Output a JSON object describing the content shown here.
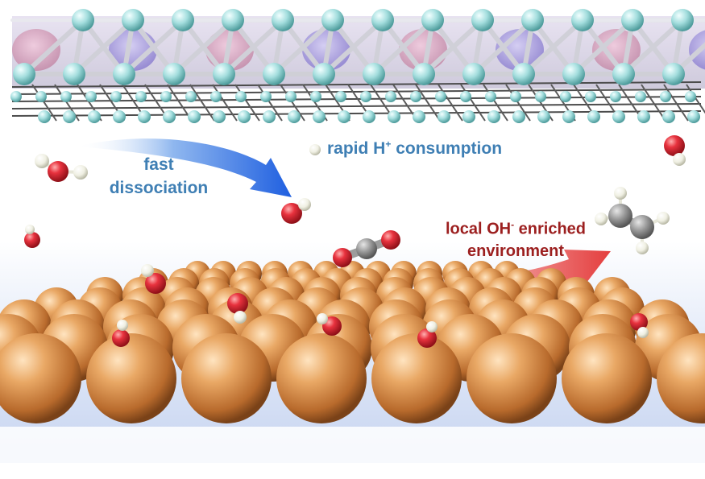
{
  "labels": {
    "fast_line1": "fast",
    "fast_line2": "dissociation",
    "rapid_prefix": "rapid H",
    "rapid_sup": "+",
    "rapid_suffix": " consumption",
    "local_prefix": "local OH",
    "local_sup": "-",
    "local_suffix": " enriched",
    "local_line2": "environment"
  },
  "colors": {
    "label_blue": "#3f7fb4",
    "label_red": "#9c1f1f",
    "copper": "#d9914a",
    "oxygen": "#e0303a",
    "hydrogen": "#f3f3e8",
    "carbon": "#8f8f8f",
    "lattice_node": "#a6e0e0"
  },
  "icons": {
    "copper_surface": "copper-sphere-array",
    "layer_top": "layered-crystal-lattice",
    "arrow_left": "blue-curved-arrow",
    "arrow_right": "red-curved-arrow"
  }
}
